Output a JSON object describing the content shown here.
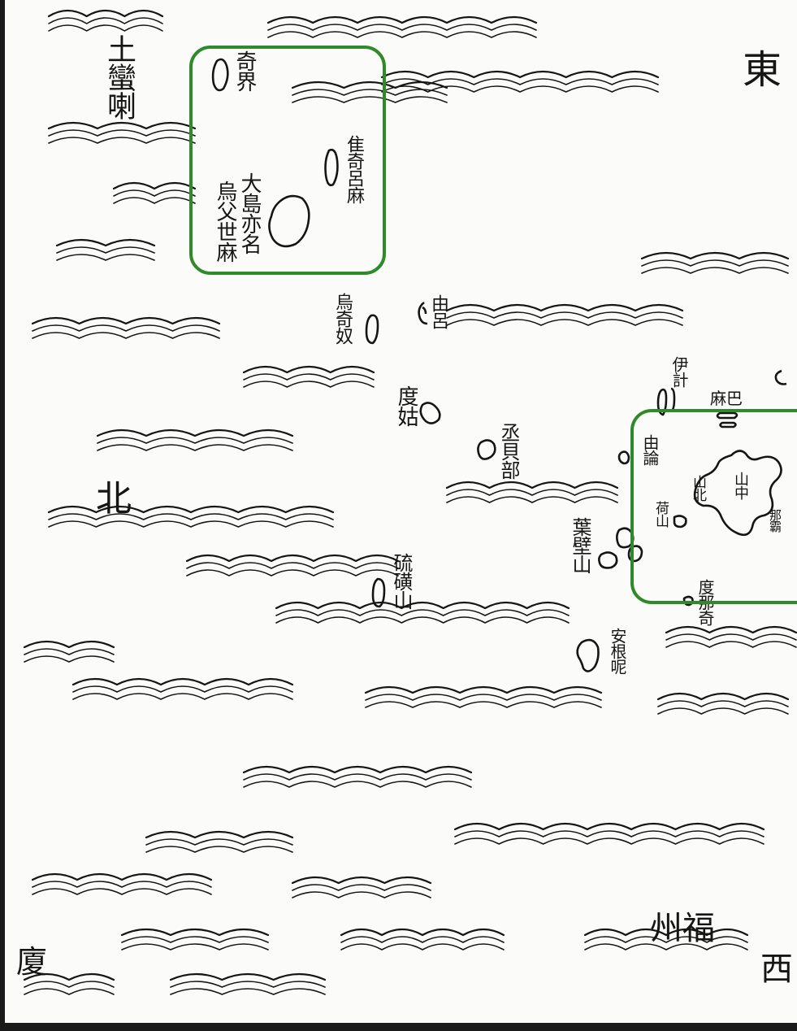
{
  "map": {
    "directions": {
      "east": "東",
      "west": "西",
      "north": "北"
    },
    "places": {
      "tuluhu": "土蠻喇",
      "qijie": "奇界",
      "jiqiluma": "隹奇呂麻",
      "dadao_line1": "大島亦名",
      "dadao_line2": "烏父世麻",
      "wuqinu": "烏奇奴",
      "youlu": "由呂",
      "dugu": "度姑",
      "chengjiabu": "丞貝部",
      "yishi": "伊計",
      "maba": "麻巴",
      "youlun": "由論",
      "shanbei": "山北",
      "shanzhong": "山中",
      "heshan": "荷山",
      "naba": "那霸",
      "yebishan": "葉壁山",
      "liuhuangshan": "硫磺山",
      "annili": "安根呢",
      "dunaqi": "度那奇",
      "fuzhou": "州福",
      "xiamen": "廈"
    },
    "highlight_color": "#2f8a2a",
    "ink_color": "#151515"
  }
}
